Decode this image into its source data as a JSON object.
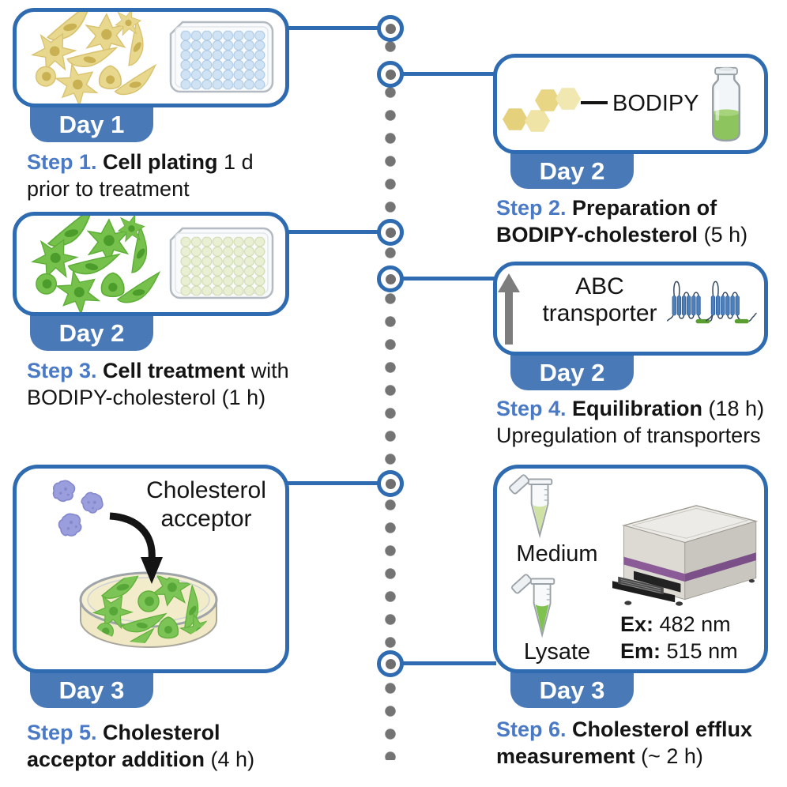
{
  "figure": "BODIPY-cholesterol efflux assay protocol timeline",
  "colors": {
    "panel_border": "#2e6bb1",
    "badge_bg": "#4a79b8",
    "step_number_blue": "#4a7ac6",
    "timeline_dot_gray": "#747474",
    "cell_yellow": "#e8d88e",
    "cell_green": "#76c14b",
    "liquid_green": "#8dc45e",
    "instrument_purple": "#8a5b96",
    "acceptor_purple": "#9a9edd"
  },
  "panels": [
    {
      "day": "Day 1",
      "step": {
        "num": "Step 1. ",
        "l1_bold": "Cell plating ",
        "l1_reg": "1 d",
        "l2_bold": "",
        "l2_reg": "prior to treatment"
      }
    },
    {
      "day": "Day 2",
      "step": {
        "num": "Step 2. ",
        "l1_bold": "Preparation of",
        "l1_reg": "",
        "l2_bold": "BODIPY-cholesterol ",
        "l2_reg": "(5 h)"
      }
    },
    {
      "day": "Day 2",
      "step": {
        "num": "Step 3. ",
        "l1_bold": "Cell treatment ",
        "l1_reg": "with",
        "l2_bold": "",
        "l2_reg": "BODIPY-cholesterol (1 h)"
      }
    },
    {
      "day": "Day 2",
      "step": {
        "num": "Step 4. ",
        "l1_bold": "Equilibration ",
        "l1_reg": "(18 h)",
        "l2_bold": "",
        "l2_reg": "Upregulation of transporters"
      }
    },
    {
      "day": "Day 3",
      "step": {
        "num": "Step 5. ",
        "l1_bold": "Cholesterol",
        "l1_reg": "",
        "l2_bold": "acceptor addition ",
        "l2_reg": "(4 h)"
      }
    },
    {
      "day": "Day 3",
      "step": {
        "num": "Step 6. ",
        "l1_bold": "Cholesterol efflux",
        "l1_reg": "",
        "l2_bold": "measurement ",
        "l2_reg": "(~ 2 h)"
      }
    }
  ],
  "labels": {
    "bodipy": "BODIPY",
    "abc_line1": "ABC",
    "abc_line2": "transporter",
    "acceptor_line1": "Cholesterol",
    "acceptor_line2": "acceptor",
    "medium": "Medium",
    "lysate": "Lysate",
    "ex_label": "Ex:",
    "ex_value": " 482 nm",
    "em_label": "Em:",
    "em_value": " 515 nm"
  },
  "icons": [
    "cells-icon",
    "well-plate-icon",
    "bodipy-molecule-icon",
    "vial-icon",
    "up-arrow-icon",
    "abc-transporter-icon",
    "acceptor-particles-icon",
    "curved-arrow-icon",
    "petri-dish-icon",
    "microtube-icon",
    "plate-reader-icon",
    "timeline-node-icon"
  ]
}
